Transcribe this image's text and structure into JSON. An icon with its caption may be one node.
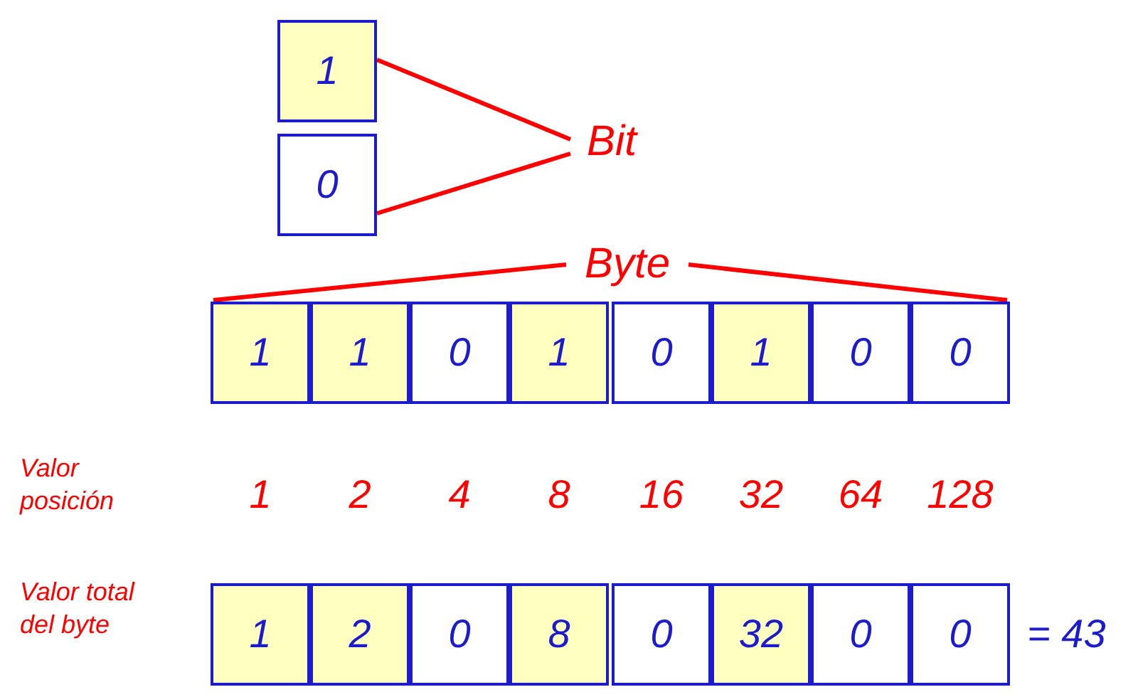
{
  "diagram": {
    "nodes": [
      {
        "text": [
          "1"
        ]
      },
      {
        "text": [
          "0"
        ]
      },
      {
        "text": [
          "Bit"
        ]
      },
      {
        "text": [
          "Byte"
        ]
      },
      {
        "text": [
          "1"
        ]
      },
      {
        "text": [
          "1"
        ]
      },
      {
        "text": [
          "0"
        ]
      },
      {
        "text": [
          "1"
        ]
      },
      {
        "text": [
          "0"
        ]
      },
      {
        "text": [
          "1"
        ]
      },
      {
        "text": [
          "0"
        ]
      },
      {
        "text": [
          "0"
        ]
      },
      {
        "text": [
          "1"
        ]
      },
      {
        "text": [
          "2"
        ]
      },
      {
        "text": [
          "0"
        ]
      },
      {
        "text": [
          "8"
        ]
      },
      {
        "text": [
          "0"
        ]
      },
      {
        "text": [
          "32"
        ]
      },
      {
        "text": [
          "0"
        ]
      },
      {
        "text": [
          "0"
        ]
      }
    ],
    "edges": [
      {
        "from": 2,
        "to": 0,
        "arrow": "none"
      },
      {
        "from": 2,
        "to": 1,
        "arrow": "none"
      },
      {
        "from": 3,
        "to": 4,
        "arrow": "none"
      },
      {
        "from": 3,
        "to": 11,
        "arrow": "none"
      }
    ],
    "labels": [
      "Valor posición",
      "1",
      "2",
      "4",
      "8",
      "16",
      "32",
      "64",
      "128",
      "Valor total del byte",
      "= 43"
    ]
  }
}
